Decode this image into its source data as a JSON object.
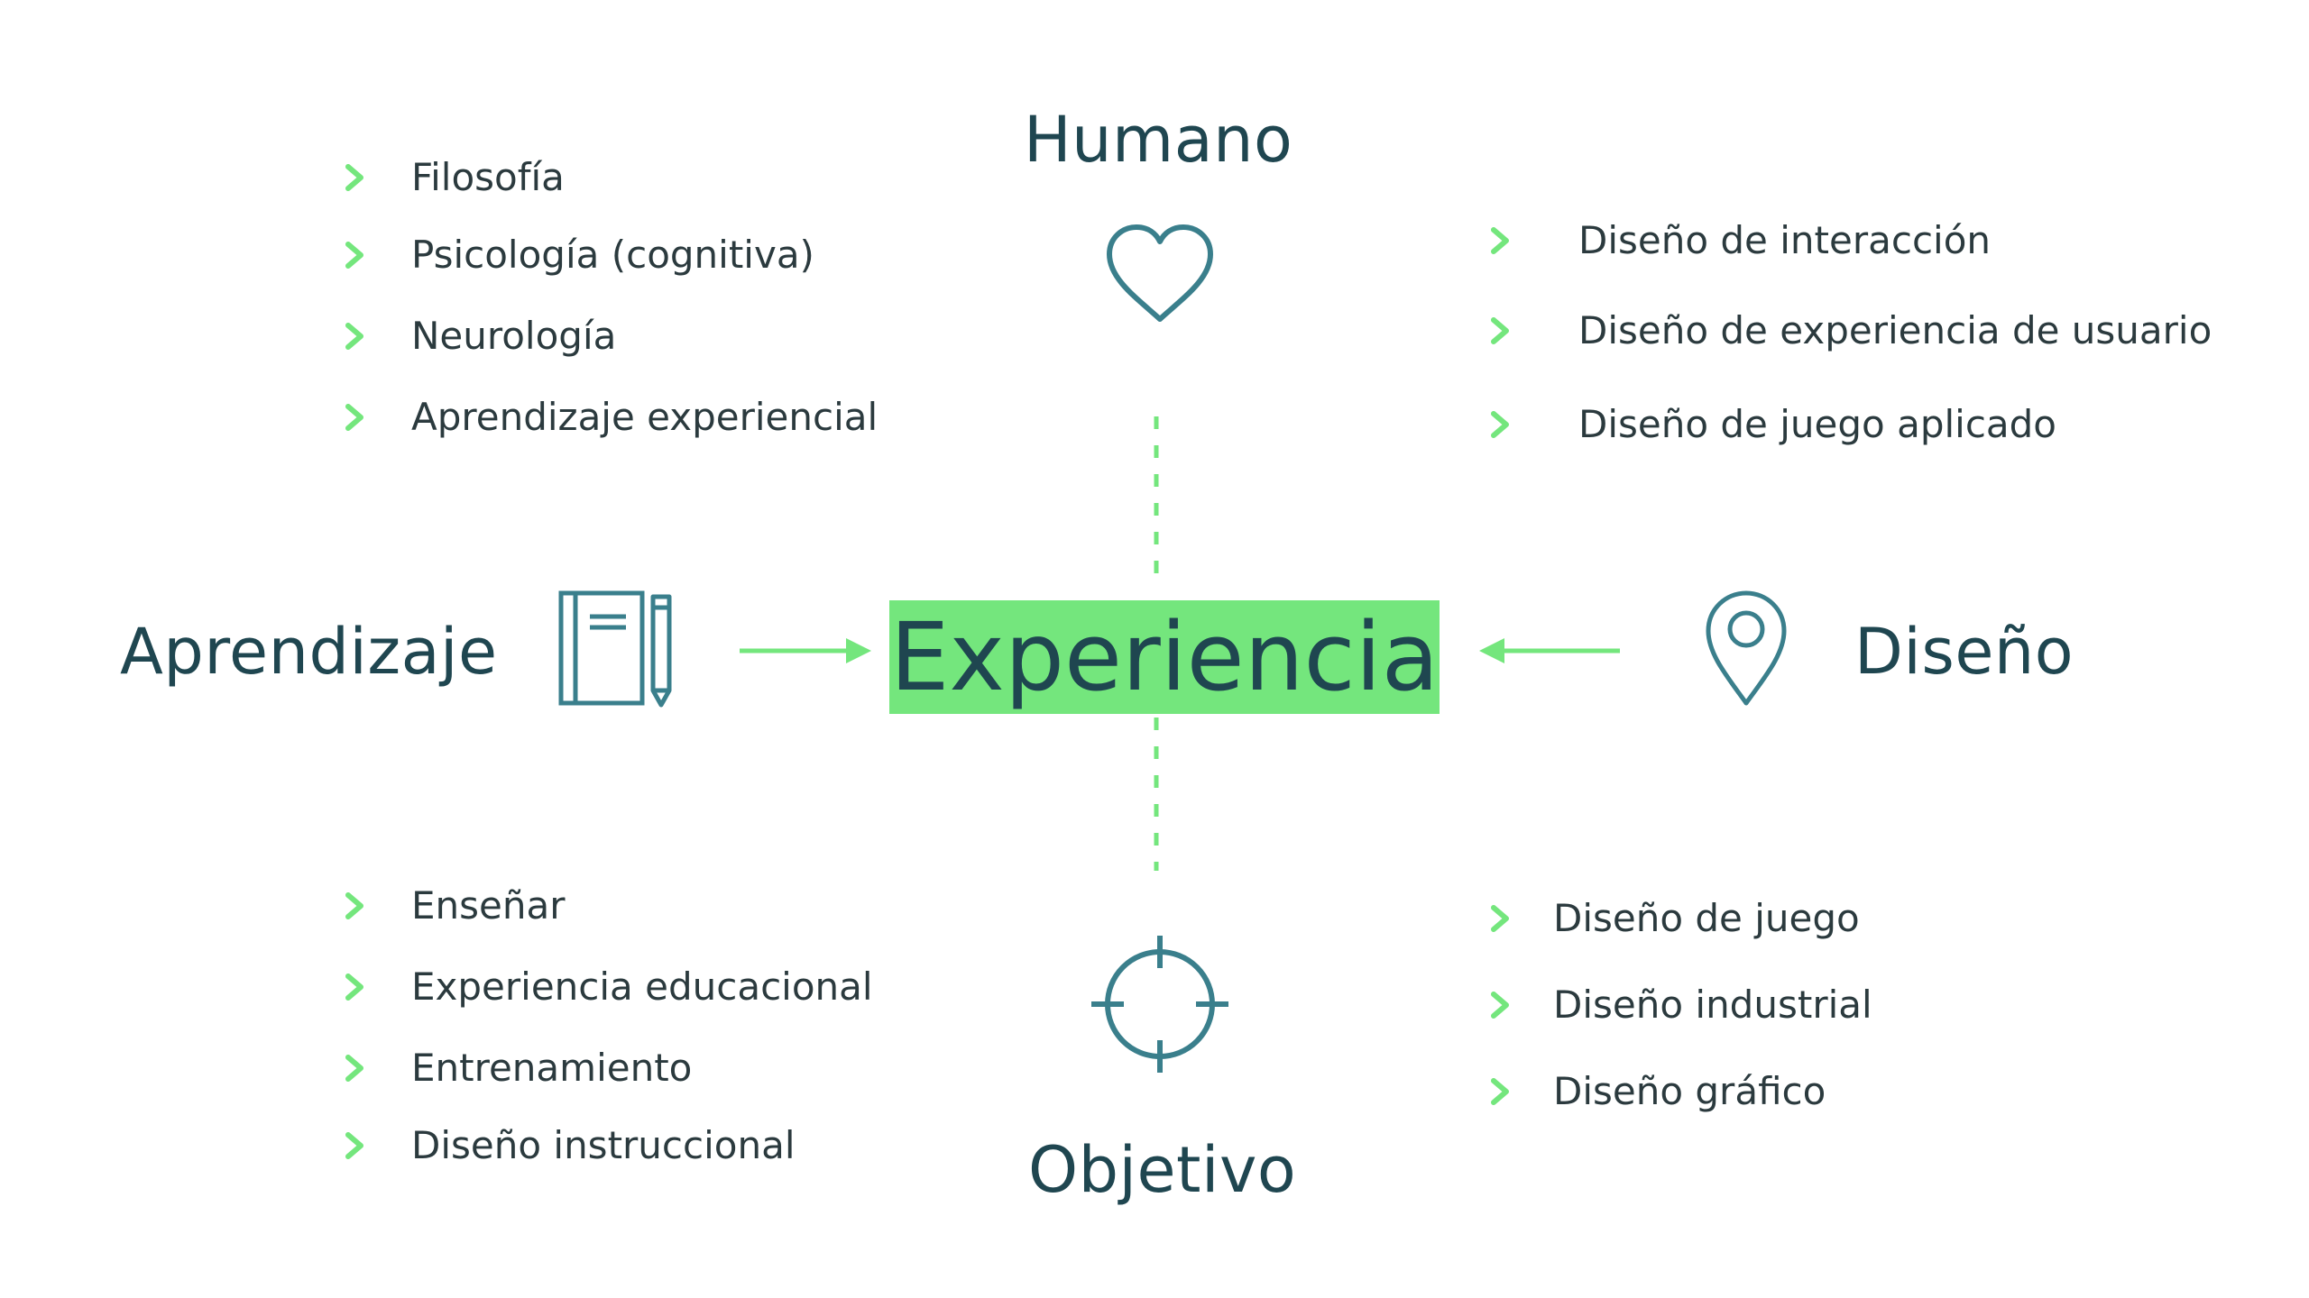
{
  "diagram": {
    "center": {
      "label": "Experiencia"
    },
    "headings": {
      "humano": "Humano",
      "objetivo": "Objetivo",
      "aprendizaje": "Aprendizaje",
      "diseno": "Diseño"
    },
    "lists": {
      "top_left": [
        "Filosofía",
        "Psicología (cognitiva)",
        "Neurología",
        "Aprendizaje experiencial"
      ],
      "top_right": [
        "Diseño de interacción",
        "Diseño de experiencia de usuario",
        "Diseño de juego aplicado"
      ],
      "bottom_left": [
        "Enseñar",
        "Experiencia educacional",
        "Entrenamiento",
        "Diseño instruccional"
      ],
      "bottom_right": [
        "Diseño de juego",
        "Diseño industrial",
        "Diseño gráfico"
      ]
    },
    "icons": {
      "humano": "heart-icon",
      "objetivo": "crosshair-target-icon",
      "aprendizaje": "notebook-pencil-icon",
      "diseno": "map-pin-icon",
      "bullet": "chevron-right-icon"
    },
    "colors": {
      "accent_green": "#74e67d",
      "heading_text": "#1f4650",
      "icon_stroke": "#3a7f8c",
      "body_text": "#2b3a3e"
    }
  }
}
